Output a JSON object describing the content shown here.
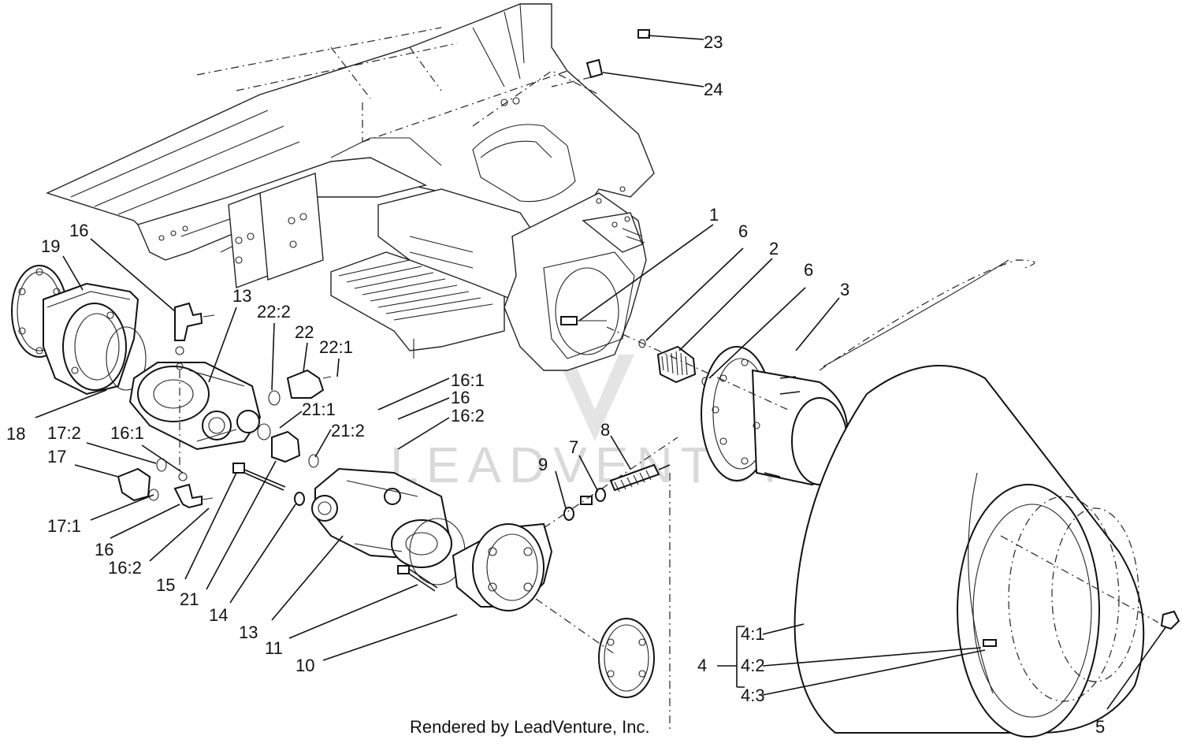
{
  "diagram": {
    "footer": "Rendered by LeadVenture, Inc.",
    "watermark": "LEADVENTURE",
    "callouts": [
      {
        "id": "c23",
        "text": "23"
      },
      {
        "id": "c24",
        "text": "24"
      },
      {
        "id": "c1",
        "text": "1"
      },
      {
        "id": "c6a",
        "text": "6"
      },
      {
        "id": "c2",
        "text": "2"
      },
      {
        "id": "c6b",
        "text": "6"
      },
      {
        "id": "c3",
        "text": "3"
      },
      {
        "id": "c16a",
        "text": "16"
      },
      {
        "id": "c19",
        "text": "19"
      },
      {
        "id": "c13a",
        "text": "13"
      },
      {
        "id": "c22_2",
        "text": "22:2"
      },
      {
        "id": "c22",
        "text": "22"
      },
      {
        "id": "c22_1",
        "text": "22:1"
      },
      {
        "id": "c16_1a",
        "text": "16:1"
      },
      {
        "id": "c16b",
        "text": "16"
      },
      {
        "id": "c16_2a",
        "text": "16:2"
      },
      {
        "id": "c21_1",
        "text": "21:1"
      },
      {
        "id": "c21_2",
        "text": "21:2"
      },
      {
        "id": "c18",
        "text": "18"
      },
      {
        "id": "c17_2",
        "text": "17:2"
      },
      {
        "id": "c16_1b",
        "text": "16:1"
      },
      {
        "id": "c17",
        "text": "17"
      },
      {
        "id": "c8",
        "text": "8"
      },
      {
        "id": "c7",
        "text": "7"
      },
      {
        "id": "c9",
        "text": "9"
      },
      {
        "id": "c17_1",
        "text": "17:1"
      },
      {
        "id": "c16c",
        "text": "16"
      },
      {
        "id": "c16_2b",
        "text": "16:2"
      },
      {
        "id": "c15",
        "text": "15"
      },
      {
        "id": "c21",
        "text": "21"
      },
      {
        "id": "c14",
        "text": "14"
      },
      {
        "id": "c13b",
        "text": "13"
      },
      {
        "id": "c11",
        "text": "11"
      },
      {
        "id": "c10",
        "text": "10"
      },
      {
        "id": "c4_1",
        "text": "4:1"
      },
      {
        "id": "c4",
        "text": "4"
      },
      {
        "id": "c4_2",
        "text": "4:2"
      },
      {
        "id": "c4_3",
        "text": "4:3"
      },
      {
        "id": "c5",
        "text": "5"
      }
    ]
  }
}
